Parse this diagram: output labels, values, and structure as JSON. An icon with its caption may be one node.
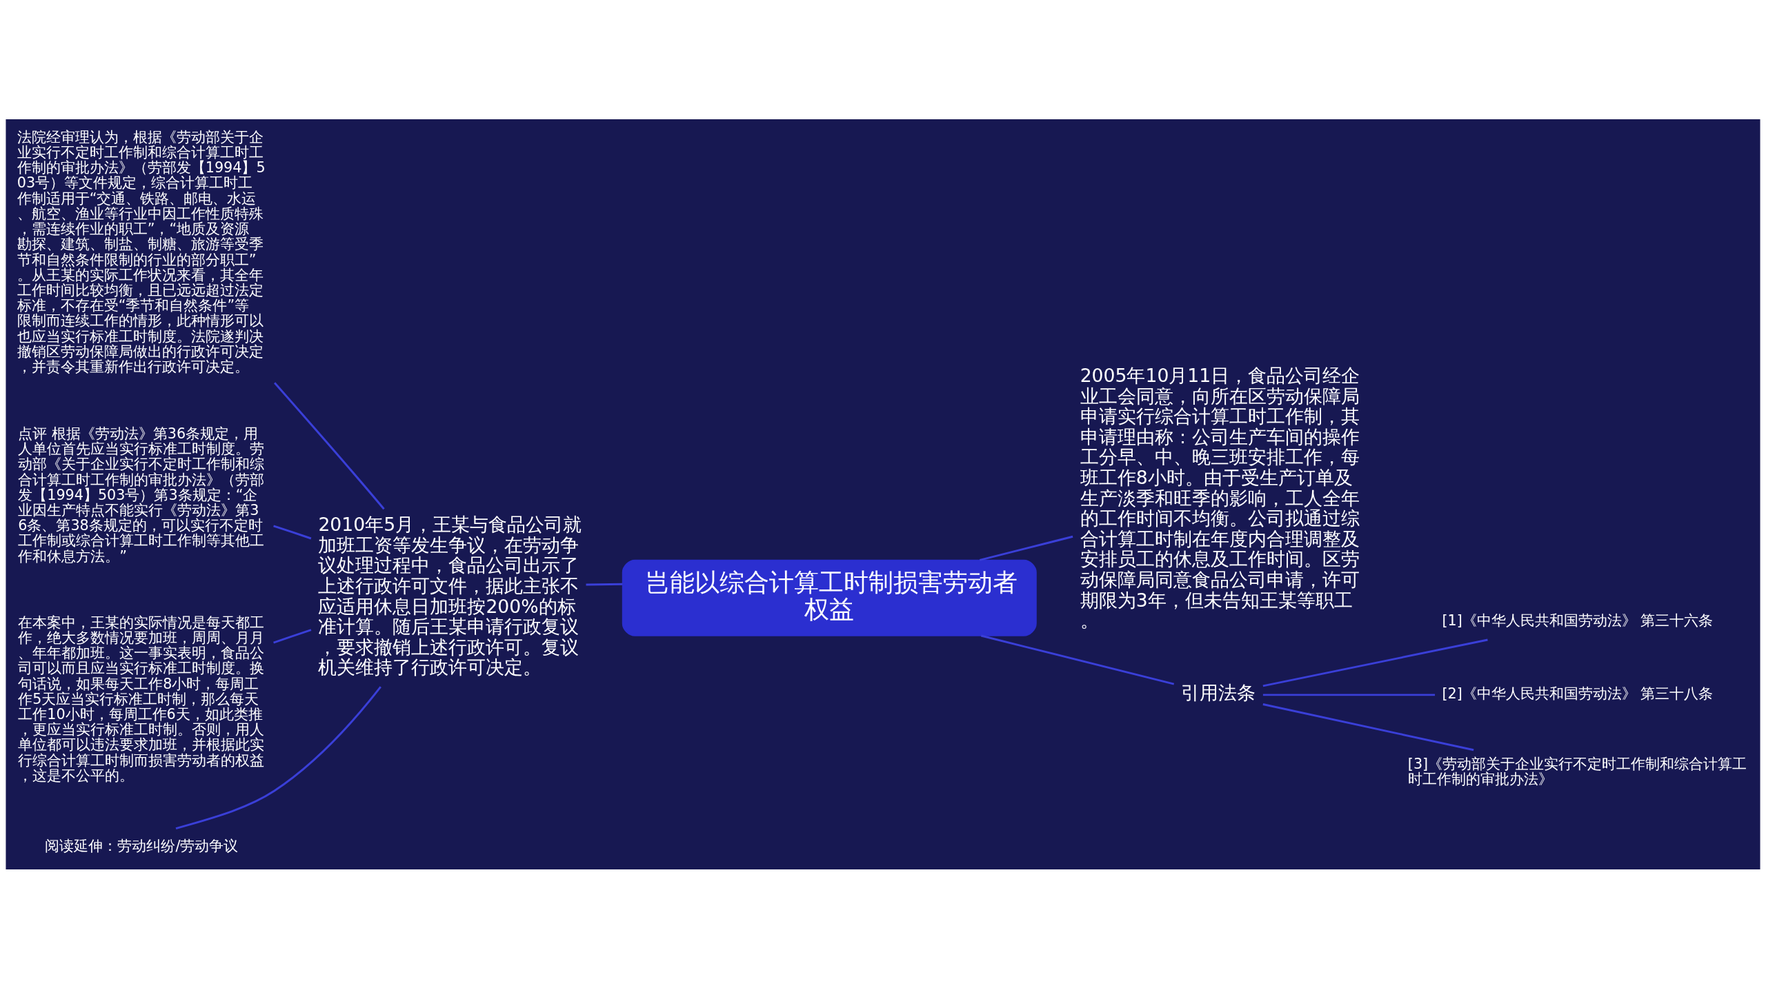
{
  "diagram": {
    "nodes": [
      {
        "text": [
          "岂能以综合计算工时制损害劳动者权益"
        ]
      },
      {
        "text": [
          "2010年5月，王某与食品公司就加班工资等发生争议，在劳动争议处理过程中，食品公司出示了上述行政许可文件，据此主张不应适用休息日加班按200%的标准计算。随后王某申请行政复议，要求撤销上述行政许可。复议机关维持了行政许可决定。"
        ]
      },
      {
        "text": [
          "法院经审理认为，根据《劳动部关于企业实行不定时工作制和综合计算工时工作制的审批办法》（劳部发【1994】503号）等文件规定，综合计算工时工作制适用于“交通、铁路、邮电、水运、航空、渔业等行业中因工作性质特殊，需连续作业的职工”，“地质及资源勘探、建筑、制盐、制糖、旅游等受季节和自然条件限制的行业的部分职工”。从王某的实际工作状况来看，其全年工作时间比较均衡，且已远远超过法定标准，不存在受“季节和自然条件”等限制而连续工作的情形，此种情形可以也应当实行标准工时制度。法院遂判决撤销区劳动保障局做出的行政许可决定，并责令其重新作出行政许可决定。"
        ]
      },
      {
        "text": [
          "点评 根据《劳动法》第36条规定，用人单位首先应当实行标准工时制度。劳动部《关于企业实行不定时工作制和综合计算工时工作制的审批办法》（劳部发【1994】503号）第3条规定：“企业因生产特点不能实行《劳动法》第36条、第38条规定的，可以实行不定时工作制或综合计算工时工作制等其他工作和休息方法。”"
        ]
      },
      {
        "text": [
          "在本案中，王某的实际情况是每天都工作，绝大多数情况要加班，周周、月月、年年都加班。这一事实表明，食品公司可以而且应当实行标准工时制度。换句话说，如果每天工作8小时，每周工作5天应当实行标准工时制，那么每天工作10小时，每周工作6天，如此类推，更应当实行标准工时制。否则，用人单位都可以违法要求加班，并根据此实行综合计算工时制而损害劳动者的权益，这是不公平的。"
        ]
      },
      {
        "text": [
          "阅读延伸：劳动纠纷/劳动争议"
        ]
      },
      {
        "text": [
          "2005年10月11日，食品公司经企业工会同意，向所在区劳动保障局申请实行综合计算工时工作制，其申请理由称：公司生产车间的操作工分早、中、晚三班安排工作，每班工作8小时。由于受生产订单及生产淡季和旺季的影响，工人全年的工作时间不均衡。公司拟通过综合计算工时制在年度内合理调整及安排员工的休息及工作时间。区劳动保障局同意食品公司申请，许可期限为3年，但未告知王某等职工。"
        ]
      },
      {
        "text": [
          "引用法条"
        ]
      },
      {
        "text": [
          "[1]《中华人民共和国劳动法》 第三十六条"
        ]
      },
      {
        "text": [
          "[2]《中华人民共和国劳动法》 第三十八条"
        ]
      },
      {
        "text": [
          "[3]《劳动部关于企业实行不定时工作制和综合计算工时工作制的审批办法》"
        ]
      }
    ],
    "edges": [
      {
        "from": 0,
        "to": 1,
        "arrow": "none"
      },
      {
        "from": 1,
        "to": 2,
        "arrow": "none"
      },
      {
        "from": 1,
        "to": 3,
        "arrow": "none"
      },
      {
        "from": 1,
        "to": 4,
        "arrow": "none"
      },
      {
        "from": 1,
        "to": 5,
        "arrow": "none"
      },
      {
        "from": 0,
        "to": 6,
        "arrow": "none"
      },
      {
        "from": 0,
        "to": 7,
        "arrow": "none"
      },
      {
        "from": 7,
        "to": 8,
        "arrow": "none"
      },
      {
        "from": 7,
        "to": 9,
        "arrow": "none"
      },
      {
        "from": 7,
        "to": 10,
        "arrow": "none"
      }
    ]
  }
}
